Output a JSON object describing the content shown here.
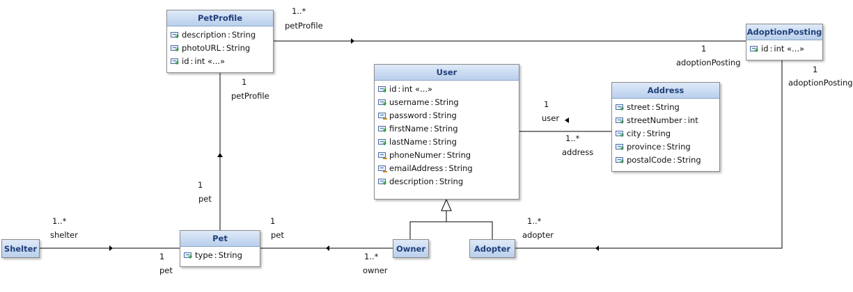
{
  "classes": {
    "petprofile": {
      "name": "PetProfile",
      "attributes": [
        {
          "name": "description",
          "type": "String",
          "icon": "public-attribute-icon"
        },
        {
          "name": "photoURL",
          "type": "String",
          "icon": "public-attribute-icon"
        },
        {
          "name": "id",
          "type": "int «...»",
          "icon": "public-attribute-icon"
        }
      ]
    },
    "adoptionposting": {
      "name": "AdoptionPosting",
      "attributes": [
        {
          "name": "id",
          "type": "int «...»",
          "icon": "public-attribute-icon"
        }
      ]
    },
    "user": {
      "name": "User",
      "attributes": [
        {
          "name": "id",
          "type": "int «...»",
          "icon": "public-attribute-icon"
        },
        {
          "name": "username",
          "type": "String",
          "icon": "public-attribute-icon"
        },
        {
          "name": "password",
          "type": "String",
          "icon": "private-attribute-icon"
        },
        {
          "name": "firstName",
          "type": "String",
          "icon": "public-attribute-icon"
        },
        {
          "name": "lastName",
          "type": "String",
          "icon": "public-attribute-icon"
        },
        {
          "name": "phoneNumer",
          "type": "String",
          "icon": "private-attribute-icon"
        },
        {
          "name": "emailAddress",
          "type": "String",
          "icon": "private-attribute-icon"
        },
        {
          "name": "description",
          "type": "String",
          "icon": "public-attribute-icon"
        }
      ]
    },
    "address": {
      "name": "Address",
      "attributes": [
        {
          "name": "street",
          "type": "String",
          "icon": "public-attribute-icon"
        },
        {
          "name": "streetNumber",
          "type": "int",
          "icon": "public-attribute-icon"
        },
        {
          "name": "city",
          "type": "String",
          "icon": "public-attribute-icon"
        },
        {
          "name": "province",
          "type": "String",
          "icon": "public-attribute-icon"
        },
        {
          "name": "postalCode",
          "type": "String",
          "icon": "public-attribute-icon"
        }
      ]
    },
    "shelter": {
      "name": "Shelter",
      "attributes": []
    },
    "pet": {
      "name": "Pet",
      "attributes": [
        {
          "name": "type",
          "type": "String",
          "icon": "public-attribute-icon"
        }
      ]
    },
    "owner": {
      "name": "Owner",
      "attributes": []
    },
    "adopter": {
      "name": "Adopter",
      "attributes": []
    }
  },
  "relationships": [
    {
      "id": "petprofile-adoptionposting",
      "from": "PetProfile",
      "to": "AdoptionPosting",
      "kind": "association"
    },
    {
      "id": "petprofile-pet",
      "from": "PetProfile",
      "to": "Pet",
      "kind": "association"
    },
    {
      "id": "user-address",
      "from": "User",
      "to": "Address",
      "kind": "association"
    },
    {
      "id": "adoptionposting-adopter",
      "from": "AdoptionPosting",
      "to": "Adopter",
      "kind": "association"
    },
    {
      "id": "shelter-pet",
      "from": "Shelter",
      "to": "Pet",
      "kind": "association"
    },
    {
      "id": "pet-owner",
      "from": "Pet",
      "to": "Owner",
      "kind": "association"
    },
    {
      "id": "owner-user",
      "from": "Owner",
      "to": "User",
      "kind": "generalization"
    },
    {
      "id": "adopter-user",
      "from": "Adopter",
      "to": "User",
      "kind": "generalization"
    }
  ],
  "labels": {
    "pp_ap_mult": "1..*",
    "pp_ap_role": "petProfile",
    "ap_pp_mult": "1",
    "ap_pp_role": "adoptionPosting",
    "ap_ad_mult": "1",
    "ap_ad_role": "adoptionPosting",
    "pp_pet_mult": "1",
    "pp_pet_role": "petProfile",
    "pet_pp_mult": "1",
    "pet_pp_role": "pet",
    "user_addr_mult": "1",
    "user_addr_role": "user",
    "addr_user_mult": "1..*",
    "addr_user_role": "address",
    "sh_pet_mult": "1..*",
    "sh_pet_role": "shelter",
    "pet_sh_mult": "1",
    "pet_sh_role": "pet",
    "pet_own_mult": "1",
    "pet_own_role": "pet",
    "own_pet_mult": "1..*",
    "own_pet_role": "owner",
    "ad_ap_mult": "1..*",
    "ad_ap_role": "adopter"
  },
  "colors": {
    "header_text": "#1f3f7a",
    "line": "#000000"
  }
}
